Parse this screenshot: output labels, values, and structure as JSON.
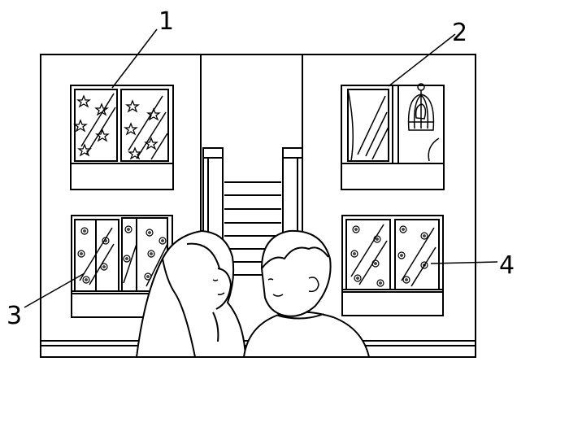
{
  "labels": {
    "window_1": "1",
    "window_2": "2",
    "window_3": "3",
    "window_4": "4"
  },
  "colors": {
    "ink": "#000000",
    "paper": "#ffffff"
  }
}
